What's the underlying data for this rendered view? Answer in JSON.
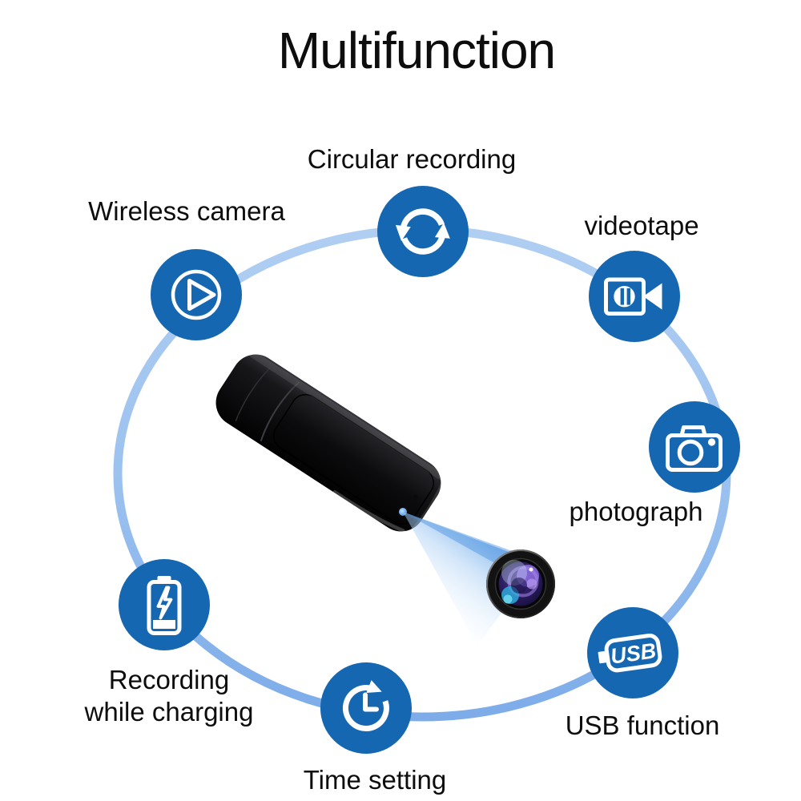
{
  "title": "Multifunction",
  "features": {
    "circular_recording": {
      "label": "Circular recording",
      "icon": "sync-arrows"
    },
    "wireless_camera": {
      "label": "Wireless camera",
      "icon": "play-button"
    },
    "videotape": {
      "label": "videotape",
      "icon": "video-camera"
    },
    "photograph": {
      "label": "photograph",
      "icon": "photo-camera"
    },
    "usb_function": {
      "label": "USB function",
      "icon": "usb-plug",
      "icon_text": "USB"
    },
    "time_setting": {
      "label": "Time setting",
      "icon": "clock-history"
    },
    "recording_while_charging": {
      "label": "Recording while charging",
      "line1": "Recording",
      "line2": "while charging",
      "icon": "battery-charging"
    }
  },
  "product": {
    "item": "black USB flash-drive camera",
    "callout": "camera lens with blue view beam"
  },
  "colors": {
    "icon_blue": "#1567b2",
    "arc_top": "#b0cef2",
    "arc_bottom": "#7dace9",
    "beam_blue": "#5d9fe6",
    "text_color": "#0d0d0d"
  }
}
